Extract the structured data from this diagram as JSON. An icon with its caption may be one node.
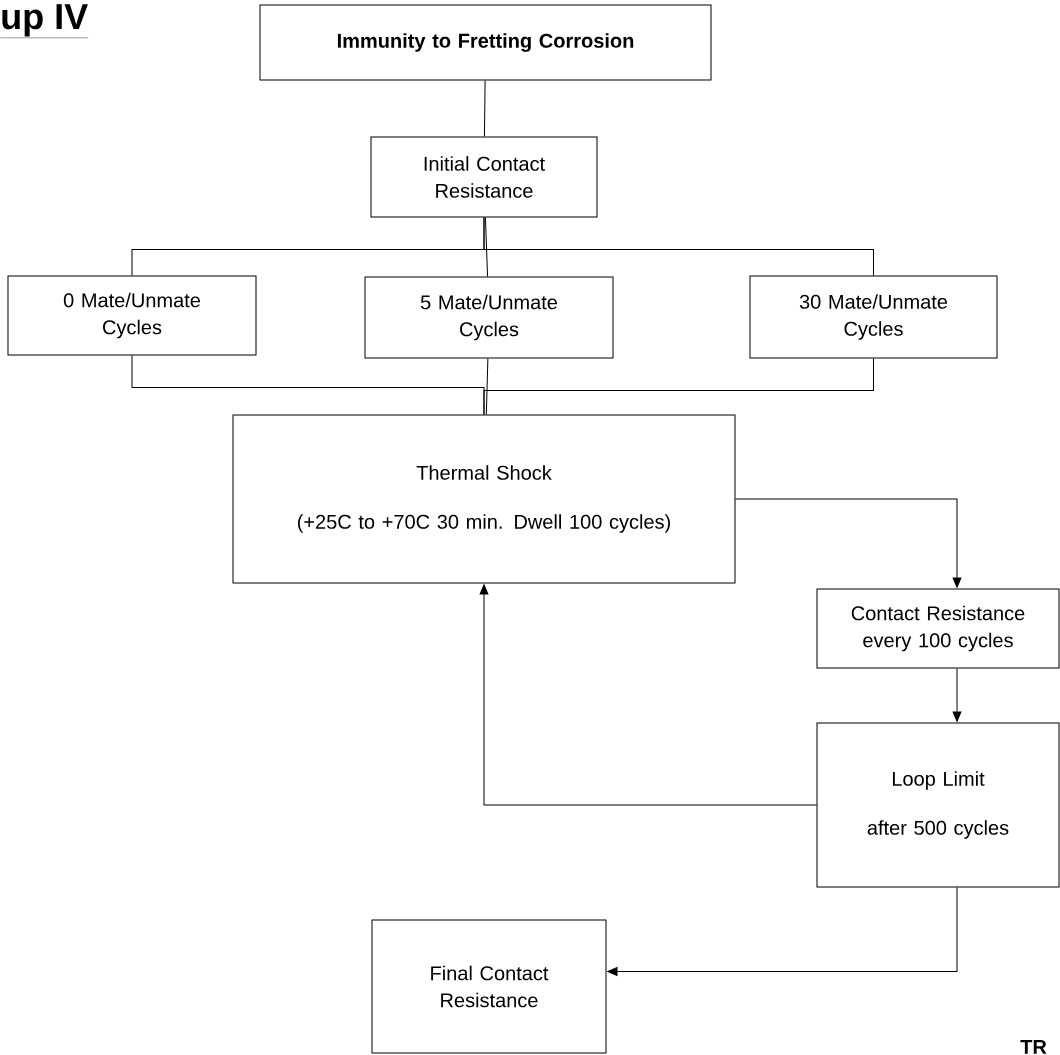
{
  "diagram": {
    "title": "up IV",
    "nodes": [
      {
        "text": [
          "Immunity to Fretting Corrosion"
        ]
      },
      {
        "text": [
          "Initial Contact Resistance"
        ]
      },
      {
        "text": [
          "0 Mate/Unmate Cycles"
        ]
      },
      {
        "text": [
          "5 Mate/Unmate Cycles"
        ]
      },
      {
        "text": [
          "30 Mate/Unmate Cycles"
        ]
      },
      {
        "text": [
          "Thermal Shock",
          "(+25C to +70C 30 min. Dwell 100 cycles)"
        ]
      },
      {
        "text": [
          "Contact Resistance every 100 cycles"
        ]
      },
      {
        "text": [
          "Loop Limit",
          "after 500 cycles"
        ]
      },
      {
        "text": [
          "Final Contact Resistance"
        ]
      }
    ],
    "edges": [
      {
        "from": 0,
        "to": 1,
        "arrow": "none"
      },
      {
        "from": 1,
        "to": 2,
        "arrow": "none"
      },
      {
        "from": 1,
        "to": 3,
        "arrow": "none"
      },
      {
        "from": 1,
        "to": 4,
        "arrow": "none"
      },
      {
        "from": 2,
        "to": 5,
        "arrow": "none"
      },
      {
        "from": 3,
        "to": 5,
        "arrow": "none"
      },
      {
        "from": 4,
        "to": 5,
        "arrow": "none"
      },
      {
        "from": 5,
        "to": 6,
        "arrow": "to"
      },
      {
        "from": 6,
        "to": 7,
        "arrow": "to"
      },
      {
        "from": 7,
        "to": 5,
        "arrow": "to"
      },
      {
        "from": 7,
        "to": 8,
        "arrow": "to"
      }
    ],
    "labels": [
      "TR"
    ]
  }
}
